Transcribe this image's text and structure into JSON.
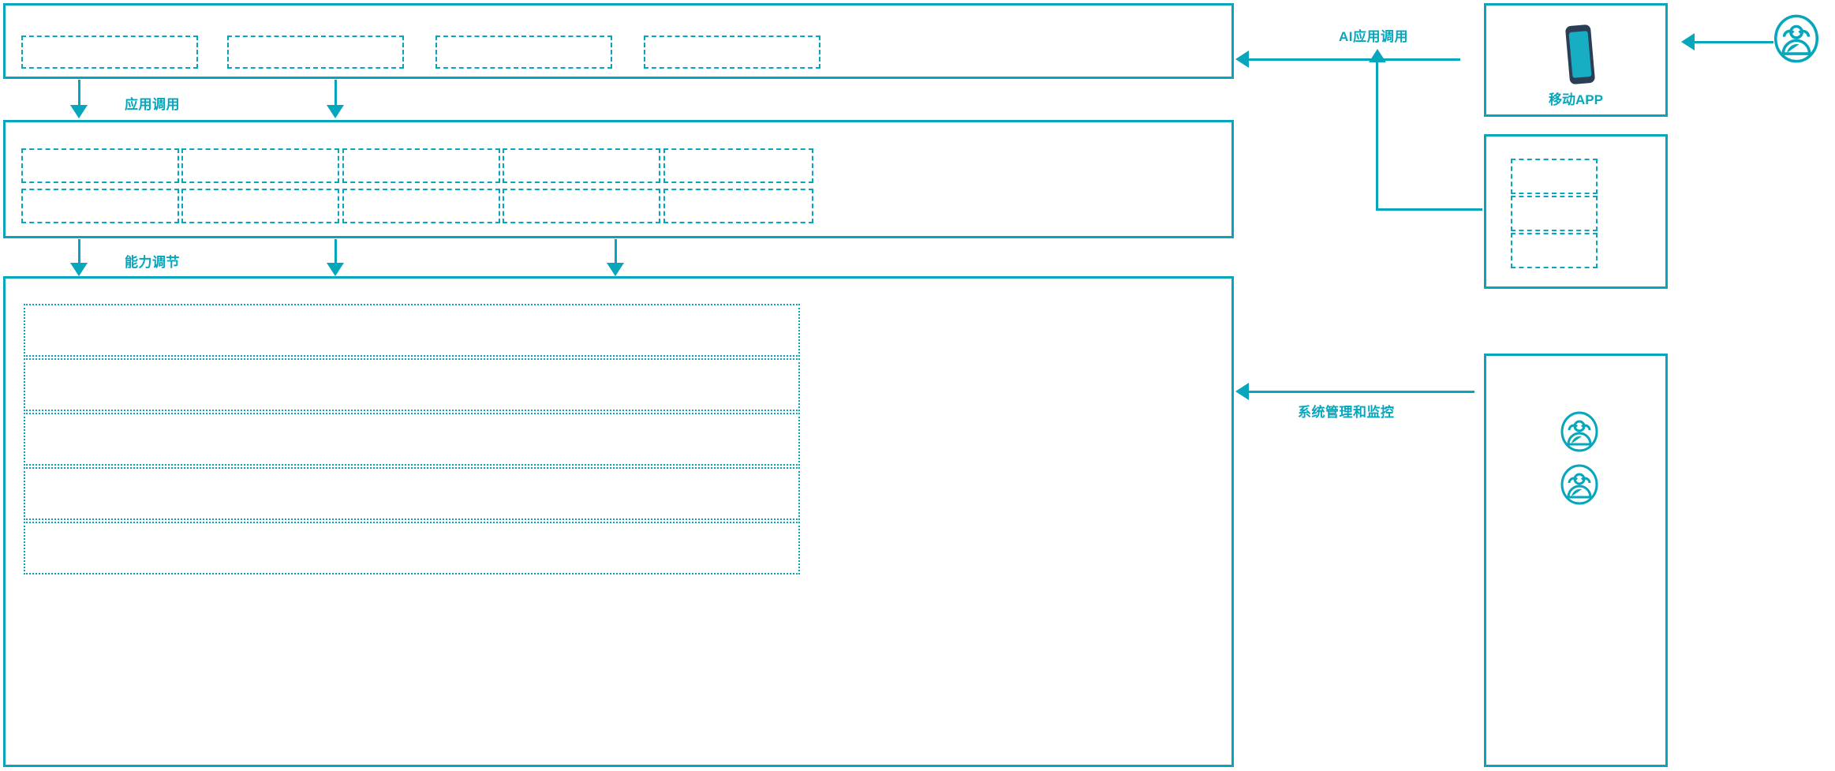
{
  "theme": {
    "accent": "#06A6BC",
    "phone_body": "#2C3E56",
    "phone_screen": "#17AEC4",
    "background": "#FFFFFF"
  },
  "diagram": {
    "type": "architecture-layer-diagram",
    "left_stack": {
      "layers": [
        {
          "id": "application-layer",
          "slot_count": 4,
          "slot_rows": 1,
          "slots": [
            "",
            "",
            "",
            ""
          ]
        },
        {
          "id": "capability-layer",
          "slot_count": 10,
          "slot_rows": 2,
          "slot_cols": 5,
          "slots": [
            "",
            "",
            "",
            "",
            "",
            "",
            "",
            "",
            "",
            ""
          ]
        },
        {
          "id": "platform-layer",
          "slot_count": 5,
          "slot_rows": 5,
          "slots": [
            "",
            "",
            "",
            "",
            ""
          ]
        }
      ]
    },
    "connectors": [
      {
        "id": "app-invoke",
        "label": "应用调用",
        "direction": "down",
        "arrow_count": 2
      },
      {
        "id": "capability-adjust",
        "label": "能力调节",
        "direction": "down",
        "arrow_count": 3
      },
      {
        "id": "ai-app-invoke",
        "label": "AI应用调用",
        "direction": "left",
        "arrow_count": 1
      },
      {
        "id": "system-manage-monitor",
        "label": "系统管理和监控",
        "direction": "left",
        "arrow_count": 1
      }
    ],
    "right_stack": {
      "cards": [
        {
          "id": "mobile-app-card",
          "caption": "移动APP",
          "icon": "smartphone-icon",
          "slot_count": 0
        },
        {
          "id": "channel-card",
          "caption": "",
          "icon": "",
          "slot_count": 3,
          "slots": [
            "",
            "",
            ""
          ]
        },
        {
          "id": "operations-card",
          "caption": "",
          "icon": "users-icon",
          "icon_count": 2,
          "slot_count": 0
        }
      ]
    },
    "external_actor": {
      "id": "end-user",
      "icon": "users-icon",
      "label": ""
    }
  }
}
